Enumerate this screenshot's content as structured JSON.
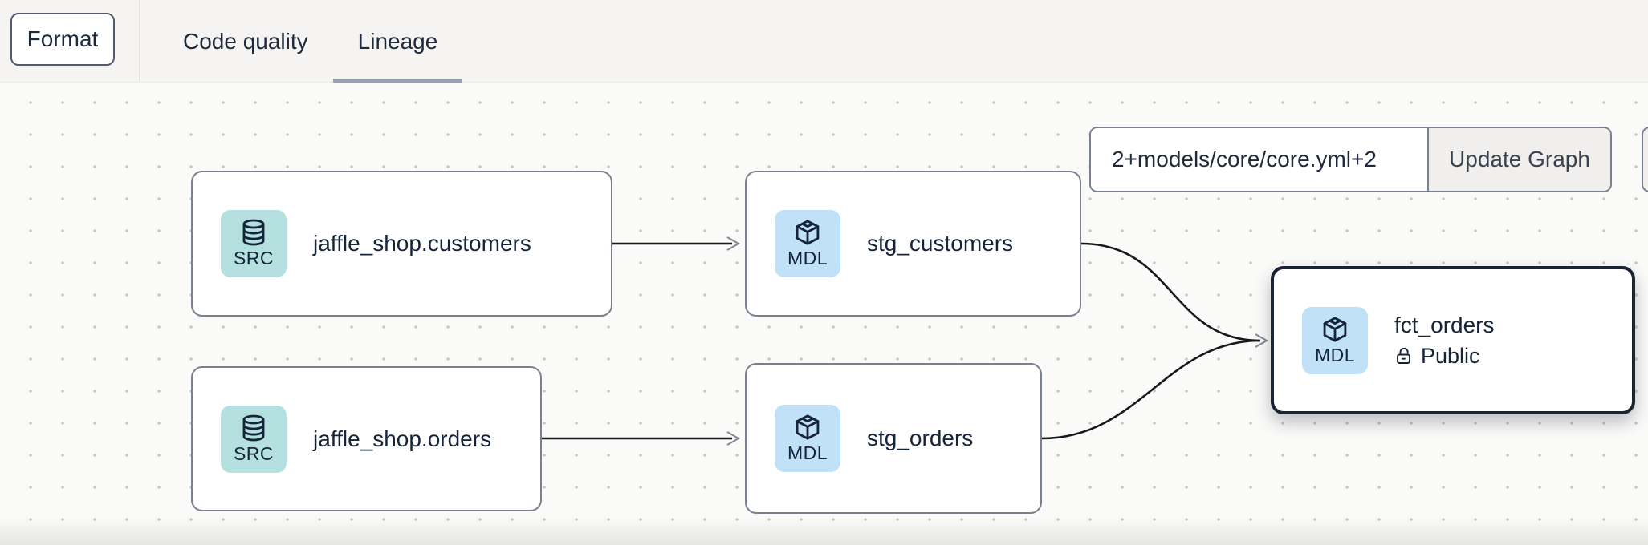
{
  "topbar": {
    "format_button": "Format",
    "tabs": [
      {
        "label": "Code quality",
        "active": false
      },
      {
        "label": "Lineage",
        "active": true
      }
    ]
  },
  "graph": {
    "selector": {
      "value": "2+models/core/core.yml+2",
      "update_button": "Update Graph"
    },
    "nodes": [
      {
        "label": "jaffle_shop.customers",
        "badge": "SRC",
        "kind": "source"
      },
      {
        "label": "stg_customers",
        "badge": "MDL",
        "kind": "model"
      },
      {
        "label": "jaffle_shop.orders",
        "badge": "SRC",
        "kind": "source"
      },
      {
        "label": "stg_orders",
        "badge": "MDL",
        "kind": "model"
      },
      {
        "label": "fct_orders",
        "badge": "MDL",
        "kind": "model",
        "access": "Public",
        "selected": true
      }
    ],
    "edges": [
      {
        "from": "jaffle_shop.customers",
        "to": "stg_customers"
      },
      {
        "from": "jaffle_shop.orders",
        "to": "stg_orders"
      },
      {
        "from": "stg_customers",
        "to": "fct_orders"
      },
      {
        "from": "stg_orders",
        "to": "fct_orders"
      }
    ],
    "colors": {
      "source_badge_bg": "#b4e1df",
      "model_badge_bg": "#c0e1f8",
      "edge": "#15181d",
      "arrowhead": "#7f8795",
      "selected_border": "#1a2433",
      "node_border": "#79818f"
    }
  }
}
